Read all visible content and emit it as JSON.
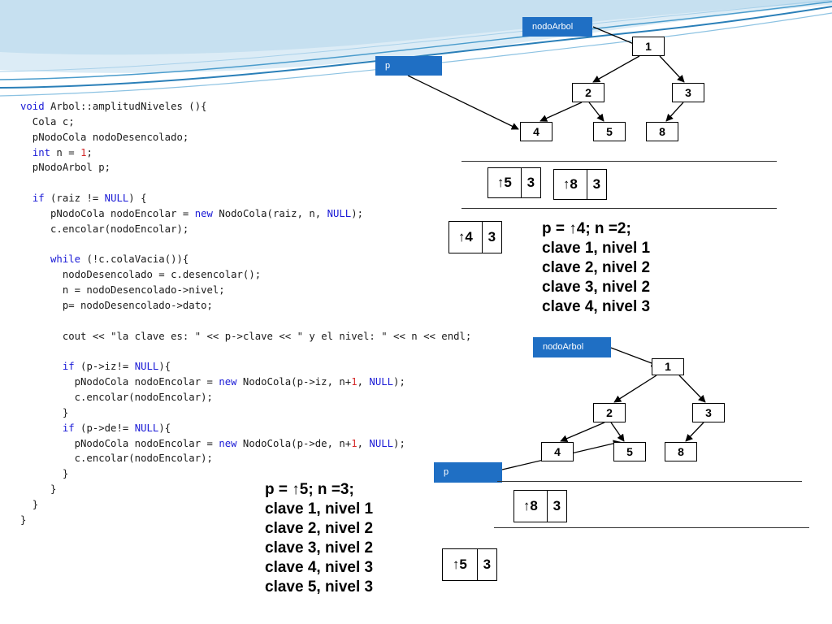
{
  "code_lines": [
    "void Arbol::amplitudNiveles (){",
    "  Cola c;",
    "  pNodoCola nodoDesencolado;",
    "  int n = 1;",
    "  pNodoArbol p;",
    "",
    "  if (raiz != NULL) {",
    "     pNodoCola nodoEncolar = new NodoCola(raiz, n, NULL);",
    "     c.encolar(nodoEncolar);",
    "",
    "     while (!c.colaVacia()){",
    "       nodoDesencolado = c.desencolar();",
    "       n = nodoDesencolado->nivel;",
    "       p= nodoDesencolado->dato;",
    "",
    "       cout << \"la clave es: \" << p->clave << \" y el nivel: \" << n << endl;",
    "",
    "       if (p->iz!= NULL){",
    "         pNodoCola nodoEncolar = new NodoCola(p->iz, n+1, NULL);",
    "         c.encolar(nodoEncolar);",
    "       }",
    "       if (p->de!= NULL){",
    "         pNodoCola nodoEncolar = new NodoCola(p->de, n+1, NULL);",
    "         c.encolar(nodoEncolar);",
    "       }",
    "     }",
    "  }",
    "}"
  ],
  "upper": {
    "labels": {
      "root": "nodoArbol",
      "pointer": "p"
    },
    "nodes": {
      "n1": "1",
      "n2": "2",
      "n3": "3",
      "n4": "4",
      "n5": "5",
      "n8": "8"
    },
    "queue": [
      {
        "ptr": "↑5",
        "level": "3"
      },
      {
        "ptr": "↑8",
        "level": "3"
      }
    ],
    "dequeued": {
      "ptr": "↑4",
      "level": "3"
    },
    "info": [
      "p = ↑4; n =2;",
      "clave 1, nivel 1",
      "clave 2, nivel 2",
      "clave 3, nivel 2",
      "clave 4, nivel 3"
    ]
  },
  "lower": {
    "labels": {
      "root": "nodoArbol",
      "pointer": "p"
    },
    "nodes": {
      "n1": "1",
      "n2": "2",
      "n3": "3",
      "n4": "4",
      "n5": "5",
      "n8": "8"
    },
    "queue": [
      {
        "ptr": "↑8",
        "level": "3"
      }
    ],
    "dequeued": {
      "ptr": "↑5",
      "level": "3"
    },
    "info": [
      "p = ↑5; n =3;",
      "clave 1, nivel 1",
      "clave 2, nivel 2",
      "clave 3, nivel 2",
      "clave 4, nivel 3",
      "clave 5, nivel 3"
    ]
  },
  "colors": {
    "label_blue": "#1f6fc4",
    "wave_blue": "#2a7fb8"
  }
}
